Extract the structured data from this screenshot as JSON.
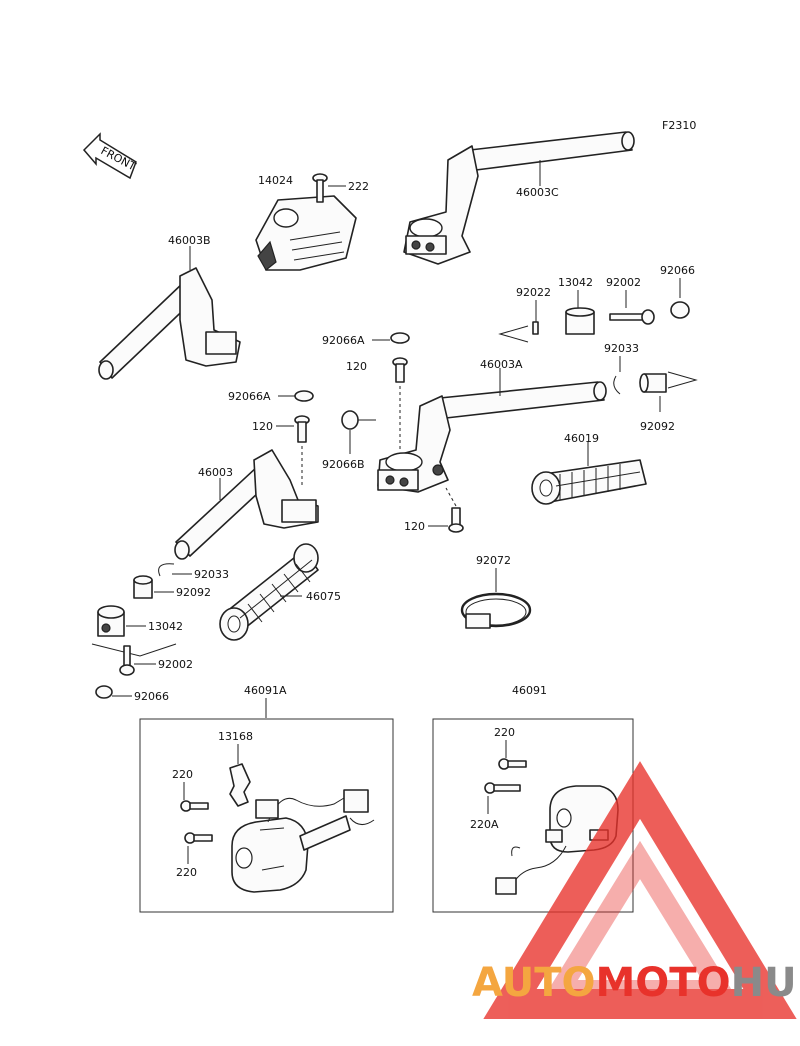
{
  "figure_code": "F2310",
  "front_marker": "FRONT",
  "labels": {
    "p14024": "14024",
    "p222": "222",
    "p46003C": "46003C",
    "p46003B": "46003B",
    "p92022": "92022",
    "p13042_top": "13042",
    "p92002_top": "92002",
    "p92066_top": "92066",
    "p92066A_top": "92066A",
    "p120_top": "120",
    "p46003A": "46003A",
    "p92033_top": "92033",
    "p92092_top": "92092",
    "p92066A_left": "92066A",
    "p120_left": "120",
    "p92066B": "92066B",
    "p46019": "46019",
    "p46003": "46003",
    "p120_bottom": "120",
    "p92033_left": "92033",
    "p92092_left": "92092",
    "p92072": "92072",
    "p46075": "46075",
    "p13042_left": "13042",
    "p92002_left": "92002",
    "p92066_left": "92066",
    "p46091A": "46091A",
    "p13168": "13168",
    "p220_a": "220",
    "p220_b": "220",
    "p46091": "46091",
    "p220_c": "220",
    "p220A": "220A"
  },
  "watermark": {
    "part1": "AUTO",
    "part2": "MOTO",
    "part3": "HUB"
  },
  "colors": {
    "watermark_red": "#e8322b",
    "watermark_orange": "#f4a640",
    "watermark_gray": "#8a8a8a"
  }
}
